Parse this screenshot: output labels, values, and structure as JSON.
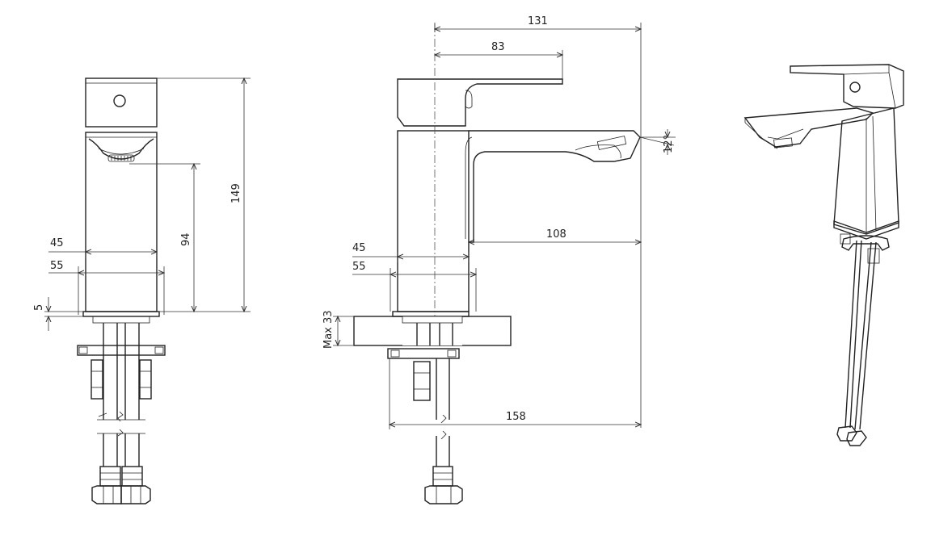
{
  "drawing": {
    "front_view": {
      "width_45": "45",
      "width_55": "55",
      "spout_height": "94",
      "total_height": "149",
      "base_height": "5"
    },
    "side_view": {
      "overall_length": "131",
      "handle_length": "83",
      "spout_reach": "108",
      "spout_angle": "12°",
      "width_45": "45",
      "width_55": "55",
      "deck_thickness": "Max 33",
      "hose_reach": "158"
    }
  },
  "colors": {
    "line": "#222222",
    "background": "#ffffff"
  }
}
